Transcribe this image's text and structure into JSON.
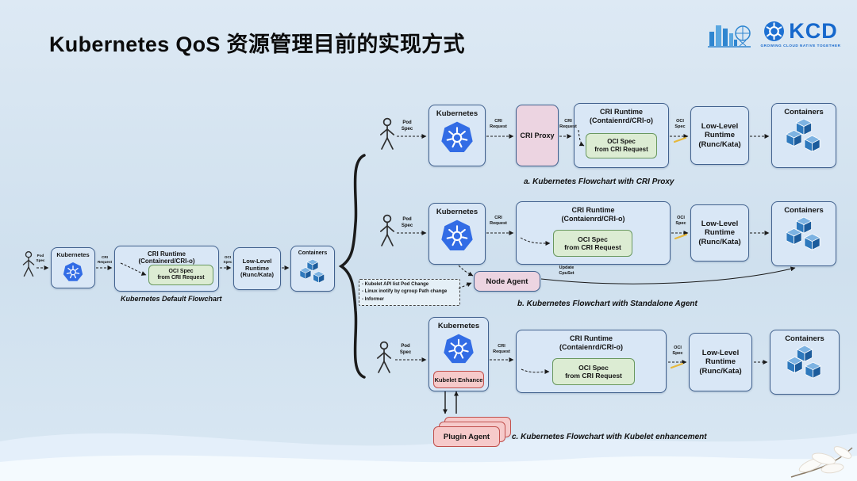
{
  "title": "Kubernetes QoS 资源管理目前的实现方式",
  "brand": {
    "kcd": "KCD",
    "tagline": "GROWING CLOUD NATIVE TOGETHER"
  },
  "colors": {
    "box_fill": "#d9e7f6",
    "box_border": "#41618e",
    "green_fill": "#dcecd3",
    "pink_fill": "#ecd4e1",
    "salmon_fill": "#f6caca",
    "salmon_border": "#c0504d",
    "kubernetes_blue": "#326ce5",
    "brand_blue": "#1668cc"
  },
  "flows": {
    "default": {
      "pod_spec": "Pod\nSpec",
      "kubernetes": "Kubernetes",
      "cri_request": "CRI\nRequest",
      "cri_runtime": "CRI Runtime\n(Containerd/CRI-o)",
      "oci_from_cri": "OCI Spec\nfrom CRI Request",
      "oci_spec": "OCI\nSpec",
      "low_level": "Low-Level\nRuntime\n(Runc/Kata)",
      "containers": "Containers",
      "caption": "Kubernetes Default Flowchart"
    },
    "a": {
      "pod_spec": "Pod\nSpec",
      "kubernetes": "Kubernetes",
      "cri_request_1": "CRI\nRequest",
      "cri_proxy": "CRI Proxy",
      "cri_request_2": "CRI\nRequest",
      "cri_runtime": "CRI Runtime\n(Contaienrd/CRI-o)",
      "oci_from_cri": "OCI Spec\nfrom CRI Request",
      "oci_spec": "OCI\nSpec",
      "low_level": "Low-Level\nRuntime\n(Runc/Kata)",
      "containers": "Containers",
      "caption": "a. Kubernetes Flowchart with CRI Proxy"
    },
    "b": {
      "pod_spec": "Pod\nSpec",
      "kubernetes": "Kubernetes",
      "cri_request": "CRI\nRequest",
      "cri_runtime": "CRI Runtime\n(Contaienrd/CRI-o)",
      "oci_from_cri": "OCI Spec\nfrom CRI Request",
      "oci_spec": "OCI\nSpec",
      "low_level": "Low-Level\nRuntime\n(Runc/Kata)",
      "containers": "Containers",
      "node_agent": "Node Agent",
      "update_cpuset": "Update\nCpuSet",
      "note": [
        "- Kubelet API list Pod Change",
        "- Linux inotify by cgroup Path change",
        "- Informer"
      ],
      "caption": "b. Kubernetes Flowchart with Standalone Agent"
    },
    "c": {
      "pod_spec": "Pod\nSpec",
      "kubernetes": "Kubernetes",
      "kubelet_enhance": "Kubelet Enhance",
      "cri_request": "CRI\nRequest",
      "cri_runtime": "CRI Runtime\n(Contaienrd/CRI-o)",
      "oci_from_cri": "OCI Spec\nfrom CRI Request",
      "oci_spec": "OCI\nSpec",
      "low_level": "Low-Level\nRuntime\n(Runc/Kata)",
      "containers": "Containers",
      "plugin_agent": "Plugin Agent",
      "caption": "c. Kubernetes Flowchart with Kubelet enhancement"
    }
  }
}
